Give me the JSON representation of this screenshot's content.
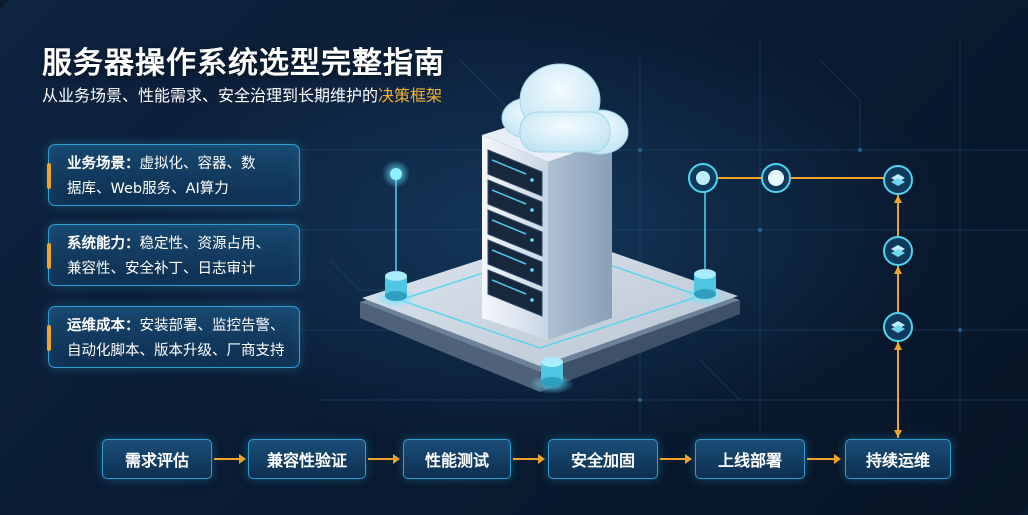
{
  "header": {
    "title": "服务器操作系统选型完整指南",
    "subtitle_main": "从业务场景、性能需求、安全治理到长期维护的",
    "subtitle_highlight": "决策框架"
  },
  "cards": [
    {
      "lead": "业务场景：",
      "line1": "虚拟化、容器、数",
      "line2": "据库、Web服务、AI算力"
    },
    {
      "lead": "系统能力：",
      "line1": "稳定性、资源占用、",
      "line2": "兼容性、安全补丁、日志审计"
    },
    {
      "lead": "运维成本：",
      "line1": "安装部署、监控告警、",
      "line2": "自动化脚本、版本升级、厂商支持"
    }
  ],
  "steps": [
    "需求评估",
    "兼容性验证",
    "性能测试",
    "安全加固",
    "上线部署",
    "持续运维"
  ],
  "colors": {
    "accent_orange": "#f2a42a",
    "highlight_text": "#f2b134",
    "node_cyan": "#3fd6ee",
    "border_blue": "#2f9fd1"
  },
  "icons": [
    "server-rack-icon",
    "cloud-icon",
    "database-node-icon",
    "layers-icon"
  ]
}
